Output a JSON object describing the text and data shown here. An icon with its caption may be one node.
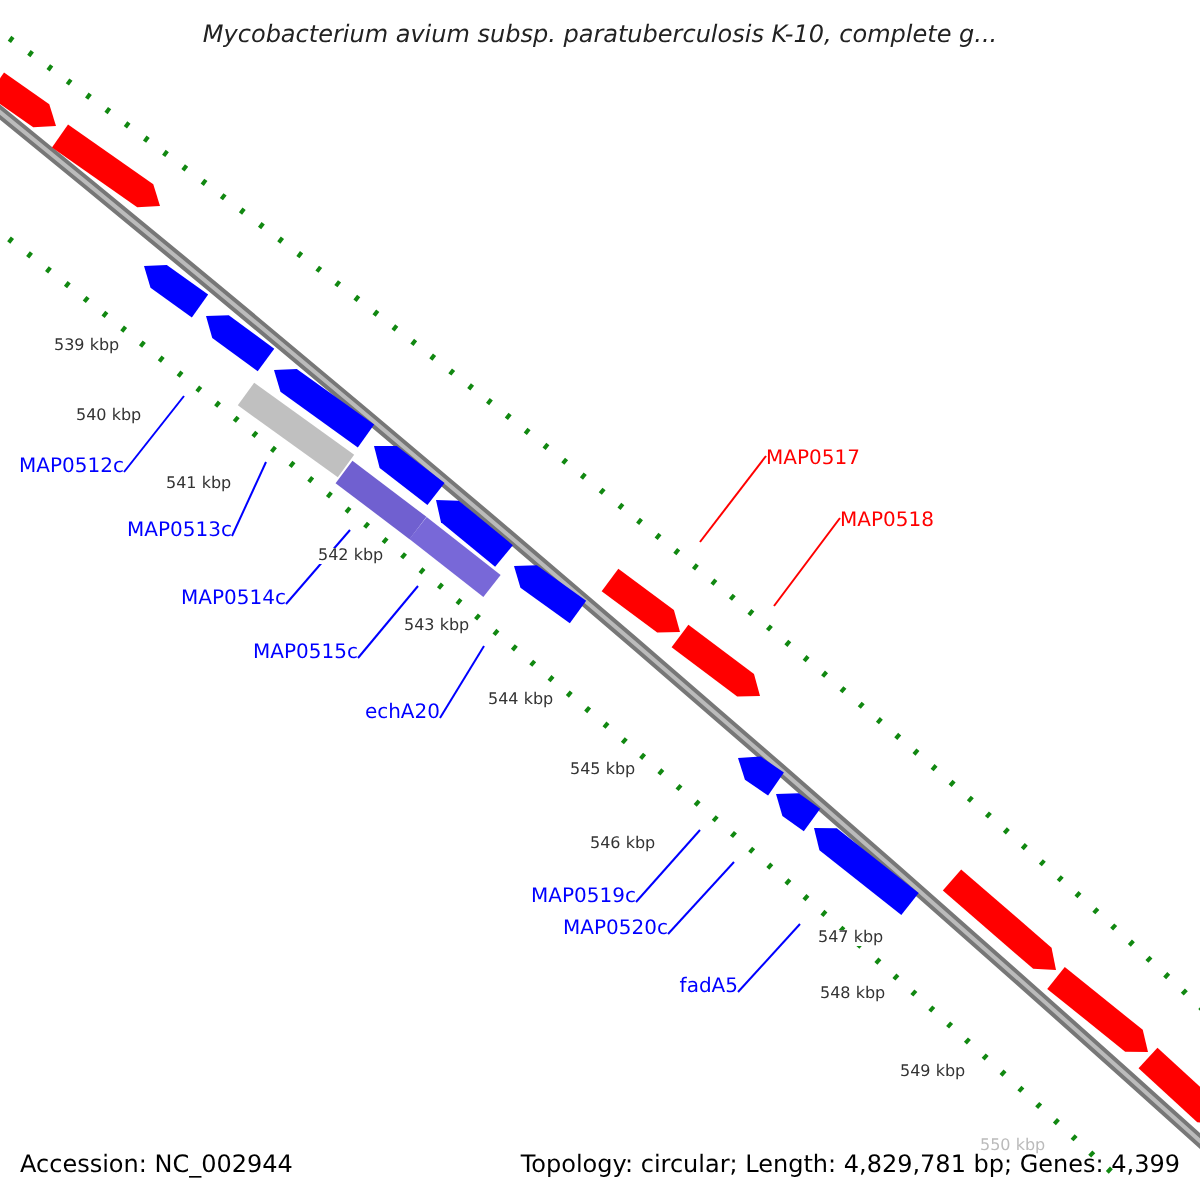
{
  "diagram": {
    "title": "Mycobacterium avium subsp. paratuberculosis K-10, complete g...",
    "nodes": [
      {
        "text": [
          "MAP0512c"
        ]
      },
      {
        "text": [
          "MAP0513c"
        ]
      },
      {
        "text": [
          "MAP0514c"
        ]
      },
      {
        "text": [
          "MAP0515c"
        ]
      },
      {
        "text": [
          "echA20"
        ]
      },
      {
        "text": [
          "MAP0517"
        ]
      },
      {
        "text": [
          "MAP0518"
        ]
      },
      {
        "text": [
          "MAP0519c"
        ]
      },
      {
        "text": [
          "MAP0520c"
        ]
      },
      {
        "text": [
          "fadA5"
        ]
      }
    ],
    "edges": [
      {
        "from": 0,
        "to": null,
        "arrow": "none"
      },
      {
        "from": 1,
        "to": null,
        "arrow": "none"
      },
      {
        "from": 2,
        "to": null,
        "arrow": "none"
      },
      {
        "from": 3,
        "to": null,
        "arrow": "none"
      },
      {
        "from": 4,
        "to": null,
        "arrow": "none"
      },
      {
        "from": 5,
        "to": null,
        "arrow": "none",
        "color": "#ff0000"
      },
      {
        "from": 6,
        "to": null,
        "arrow": "none",
        "color": "#ff0000"
      },
      {
        "from": 7,
        "to": null,
        "arrow": "none"
      },
      {
        "from": 8,
        "to": null,
        "arrow": "none"
      },
      {
        "from": 9,
        "to": null,
        "arrow": "none"
      }
    ],
    "labels": [
      "539 kbp",
      "540 kbp",
      "541 kbp",
      "542 kbp",
      "543 kbp",
      "544 kbp",
      "545 kbp",
      "546 kbp",
      "547 kbp",
      "548 kbp",
      "549 kbp",
      "550 kbp",
      "Accession: NC_002944",
      "Topology: circular; Length: 4,829,781 bp; Genes: 4,399"
    ]
  }
}
